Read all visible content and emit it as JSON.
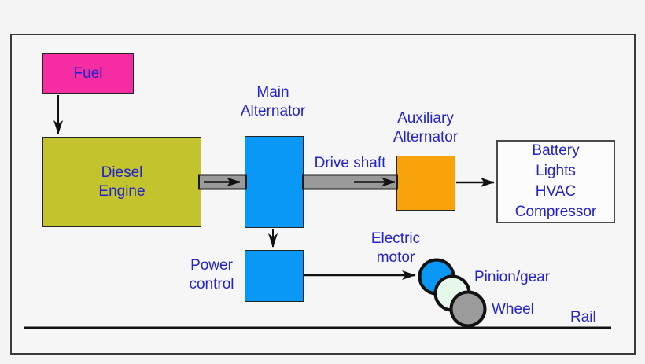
{
  "nodes": {
    "fuel": {
      "label": "Fuel"
    },
    "diesel_engine": {
      "lines": [
        "Diesel",
        "Engine"
      ]
    },
    "main_alternator": {
      "lines": [
        "Main",
        "Alternator"
      ]
    },
    "drive_shaft": {
      "label": "Drive shaft"
    },
    "auxiliary_alternator": {
      "lines": [
        "Auxiliary",
        "Alternator"
      ]
    },
    "battery_loads": {
      "lines": [
        "Battery",
        "Lights",
        "HVAC",
        "Compressor"
      ]
    },
    "power_control": {
      "lines": [
        "Power",
        "control"
      ]
    },
    "electric_motor": {
      "lines": [
        "Electric",
        "motor"
      ]
    },
    "pinion_gear": {
      "label": "Pinion/gear"
    },
    "wheel": {
      "label": "Wheel"
    },
    "rail": {
      "label": "Rail"
    }
  },
  "colors": {
    "fuel-box": "#f62da2",
    "diesel-engine-box": "#c3c32e",
    "main-alternator-box": "#0a98f6",
    "auxiliary-alternator-box": "#f9a30b",
    "power-control-box": "#0a98f6",
    "battery-box": "#fcfcfc",
    "electric-motor-circle": "#0a98f6",
    "pinion-gear-circle": "#e6f8e9",
    "wheel-circle": "#9b9b9b",
    "drive-shaft-bar": "#9a9a9a",
    "label-text": "#2323cd",
    "arrow": "#111111"
  }
}
